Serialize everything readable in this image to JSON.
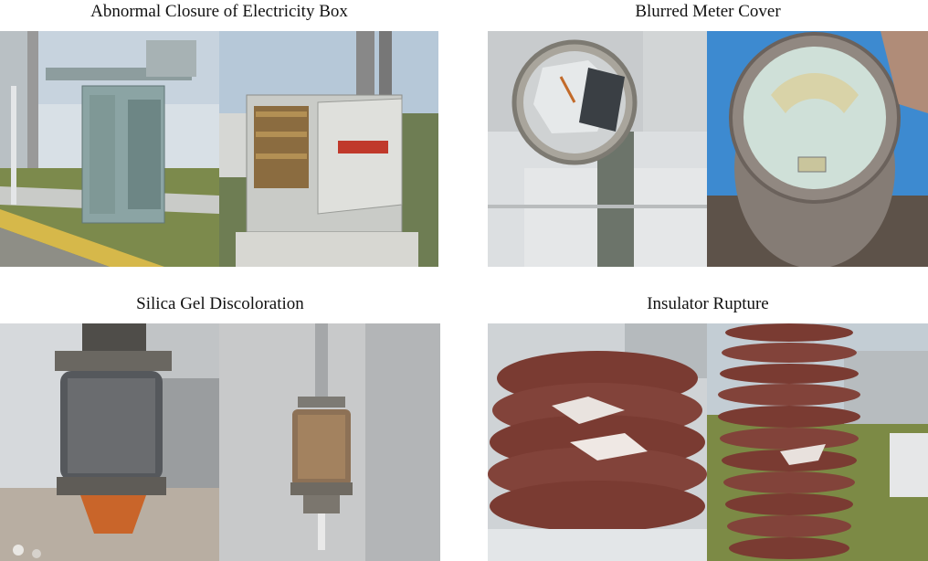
{
  "panels": [
    {
      "title": "Abnormal Closure of Electricity Box",
      "images": [
        {
          "name": "electricity-box-open-door",
          "tag": ""
        },
        {
          "name": "electricity-box-open-cabinet",
          "tag": ""
        }
      ]
    },
    {
      "title": "Blurred Meter Cover",
      "images": [
        {
          "name": "cracked-meter-cover",
          "tag": ""
        },
        {
          "name": "faded-meter-cover",
          "tag": ""
        }
      ]
    },
    {
      "title": "Silica Gel Discoloration",
      "images": [
        {
          "name": "silica-gel-breather-1",
          "tag": ""
        },
        {
          "name": "silica-gel-breather-2",
          "tag": ""
        }
      ]
    },
    {
      "title": "Insulator Rupture",
      "images": [
        {
          "name": "insulator-rupture-closeup",
          "tag": ""
        },
        {
          "name": "insulator-rupture-column",
          "tag": ""
        }
      ]
    }
  ],
  "watermark": {
    "line1": "",
    "line2": ""
  },
  "colors": {
    "sky": "#c9d8e6",
    "box_gray": "#9aa7a6",
    "insulator_brown": "#7a3b32",
    "grass": "#6f7f3c",
    "meter_face": "#cfe0d8"
  }
}
